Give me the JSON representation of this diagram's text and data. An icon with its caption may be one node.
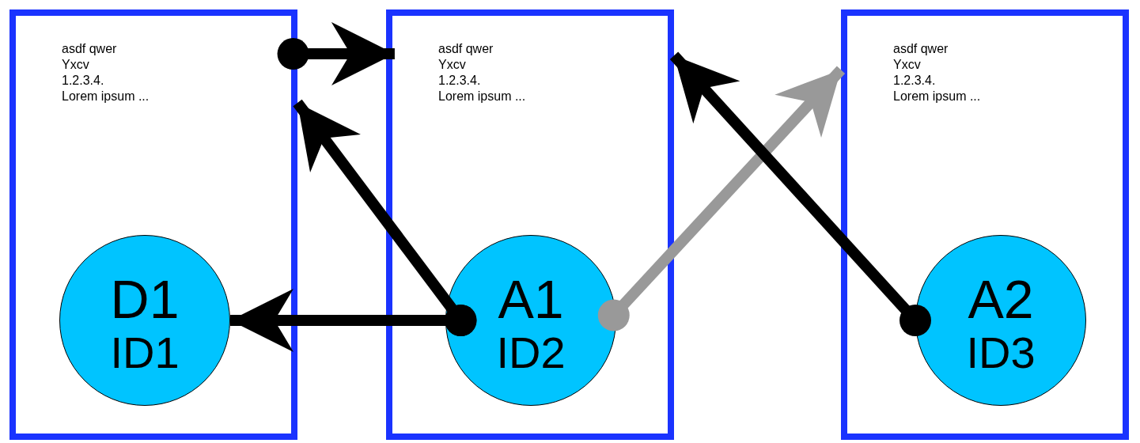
{
  "diagram": {
    "nodes": [
      {
        "text": [
          "asdf qwer",
          "Yxcv",
          "1.2.3.4.",
          "Lorem ipsum ..."
        ]
      },
      {
        "text": [
          "D1",
          "ID1"
        ],
        "in": 0
      },
      {
        "text": [
          "asdf qwer",
          "Yxcv",
          "1.2.3.4.",
          "Lorem ipsum ..."
        ]
      },
      {
        "text": [
          "A1",
          "ID2"
        ],
        "in": 2
      },
      {
        "text": [
          "asdf qwer",
          "Yxcv",
          "1.2.3.4.",
          "Lorem ipsum ..."
        ]
      },
      {
        "text": [
          "A2",
          "ID3"
        ],
        "in": 4
      }
    ],
    "edges": [
      {
        "from": 0,
        "to": 2,
        "arrow": "to"
      },
      {
        "from": 3,
        "to": 0,
        "arrow": "to"
      },
      {
        "from": 3,
        "to": 1,
        "arrow": "to"
      },
      {
        "from": 3,
        "to": 4,
        "arrow": "to",
        "color": "#999999"
      },
      {
        "from": 5,
        "to": 2,
        "arrow": "to"
      }
    ]
  }
}
